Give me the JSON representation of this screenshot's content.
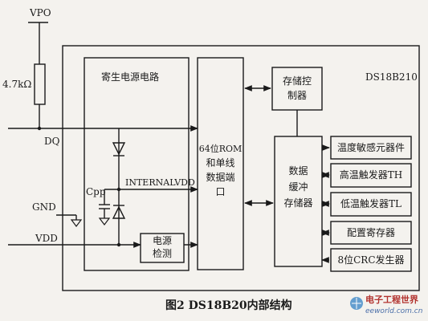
{
  "labels": {
    "vpo": "VPO",
    "resistor": "4.7kΩ",
    "dq": "DQ",
    "gnd": "GND",
    "vdd": "VDD",
    "cpp": "Cpp",
    "internal_vdd": "INTERNALVDD",
    "chip_name": "DS18B210",
    "parasitic_power": "寄生电源电路",
    "power_detect_1": "电源",
    "power_detect_2": "检测",
    "rom_port": [
      "64位ROM",
      "和单线",
      "数据端",
      "口"
    ],
    "memory_controller": [
      "存储控",
      "制器"
    ],
    "scratchpad": [
      "数据",
      "缓冲",
      "存储器"
    ],
    "temp_sensor": "温度敏感元器件",
    "high_trigger": "高温触发器TH",
    "low_trigger": "低温触发器TL",
    "config_register": "配置寄存器",
    "crc_generator": "8位CRC发生器"
  },
  "caption": "图2  DS18B20内部结构",
  "watermark": {
    "top": "电子工程世界",
    "bottom": "eeworld.com.cn"
  }
}
